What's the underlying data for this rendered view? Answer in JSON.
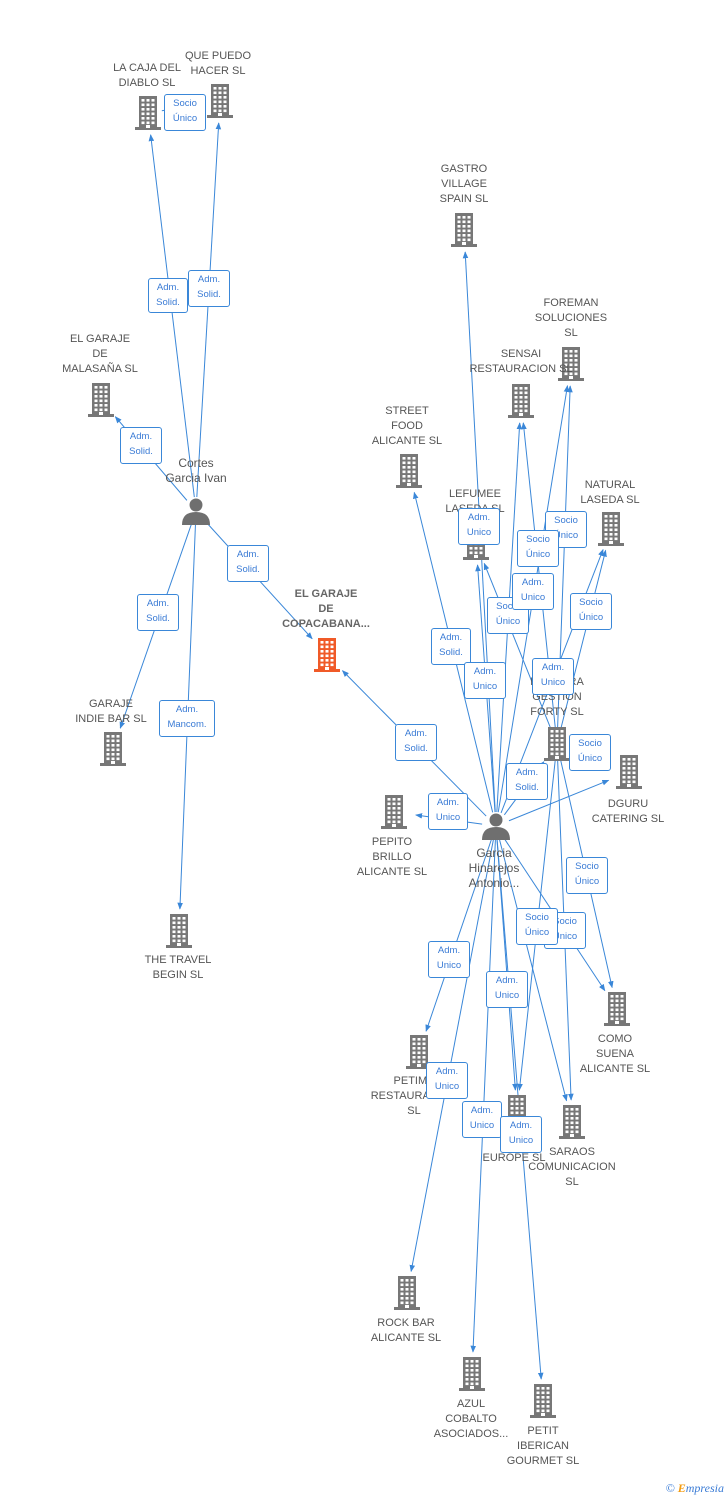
{
  "colors": {
    "edge": "#3a87d8",
    "company": "#777777",
    "focus": "#f05a28",
    "person": "#6f6f6f"
  },
  "companies": [
    {
      "id": "caja",
      "label": "LA CAJA DEL\nDIABLO  SL"
    },
    {
      "id": "quepuedo",
      "label": "QUE PUEDO\nHACER  SL"
    },
    {
      "id": "gastro",
      "label": "GASTRO\nVILLAGE\nSPAIN  SL"
    },
    {
      "id": "foreman",
      "label": "FOREMAN\nSOLUCIONES\nSL"
    },
    {
      "id": "sensai",
      "label": "SENSAI\nRESTAURACION SL"
    },
    {
      "id": "malasana",
      "label": "EL GARAJE\nDE\nMALASAÑA  SL"
    },
    {
      "id": "streetfood",
      "label": "STREET\nFOOD\nALICANTE  SL"
    },
    {
      "id": "lefumee",
      "label": "LEFUMEE\nLASEDA SL"
    },
    {
      "id": "natural",
      "label": "NATURAL\nLASEDA  SL"
    },
    {
      "id": "copacabana",
      "label": "EL GARAJE\nDE\nCOPACABANA..."
    },
    {
      "id": "garajeindie",
      "label": "GARAJE\nINDIE BAR  SL"
    },
    {
      "id": "fortyg",
      "label": "PANDORA\nGESTION\nFORTY SL"
    },
    {
      "id": "dguru",
      "label": "DGURU\nCATERING  SL"
    },
    {
      "id": "pepito",
      "label": "PEPITO\nBRILLO\nALICANTE  SL"
    },
    {
      "id": "travel",
      "label": "THE TRAVEL\nBEGIN  SL"
    },
    {
      "id": "comosuena",
      "label": "COMO\nSUENA\nALICANTE  SL"
    },
    {
      "id": "petime",
      "label": "PETIME\nRESTAURACION\nSL"
    },
    {
      "id": "europe",
      "label": "OLIVI\nEUROPE  SL"
    },
    {
      "id": "saraos",
      "label": "SARAOS\nCOMUNICACION\nSL"
    },
    {
      "id": "rockbar",
      "label": "ROCK BAR\nALICANTE  SL"
    },
    {
      "id": "azul",
      "label": "AZUL\nCOBALTO\nASOCIADOS..."
    },
    {
      "id": "petit",
      "label": "PETIT\nIBERICAN\nGOURMET SL"
    }
  ],
  "persons": [
    {
      "id": "cortes",
      "label": "Cortes\nGarcia Ivan"
    },
    {
      "id": "garcia",
      "label": "Garcia\nHinarejos\nAntonio..."
    }
  ],
  "edges": [
    {
      "from": "cortes",
      "to": "caja",
      "label": "Adm.\nSolid."
    },
    {
      "from": "cortes",
      "to": "quepuedo",
      "label": "Adm.\nSolid."
    },
    {
      "from": "cortes",
      "to": "malasana",
      "label": "Adm.\nSolid."
    },
    {
      "from": "cortes",
      "to": "copacabana",
      "label": "Adm.\nSolid."
    },
    {
      "from": "cortes",
      "to": "garajeindie",
      "label": "Adm.\nSolid."
    },
    {
      "from": "cortes",
      "to": "travel",
      "label": "Adm.\nMancom."
    },
    {
      "from": "caja",
      "to": "quepuedo",
      "label": "Socio\nÚnico"
    },
    {
      "from": "garcia",
      "to": "copacabana",
      "label": "Adm.\nSolid."
    },
    {
      "from": "garcia",
      "to": "gastro",
      "label": ""
    },
    {
      "from": "garcia",
      "to": "streetfood",
      "label": "Adm.\nSolid."
    },
    {
      "from": "garcia",
      "to": "lefumee",
      "label": "Adm.\nUnico"
    },
    {
      "from": "garcia",
      "to": "sensai",
      "label": "Adm.\nUnico"
    },
    {
      "from": "garcia",
      "to": "foreman",
      "label": "Socio\nÚnico"
    },
    {
      "from": "garcia",
      "to": "natural",
      "label": "Socio\nÚnico"
    },
    {
      "from": "garcia",
      "to": "fortyg",
      "label": "Adm.\nUnico"
    },
    {
      "from": "garcia",
      "to": "dguru",
      "label": "Adm.\nSolid."
    },
    {
      "from": "garcia",
      "to": "pepito",
      "label": "Adm.\nUnico"
    },
    {
      "from": "garcia",
      "to": "comosuena",
      "label": "Socio\nÚnico"
    },
    {
      "from": "garcia",
      "to": "petime",
      "label": "Adm.\nUnico"
    },
    {
      "from": "garcia",
      "to": "europe",
      "label": "Adm.\nUnico"
    },
    {
      "from": "garcia",
      "to": "saraos",
      "label": "Socio\nÚnico"
    },
    {
      "from": "garcia",
      "to": "rockbar",
      "label": "Adm.\nUnico"
    },
    {
      "from": "garcia",
      "to": "azul",
      "label": "Adm.\nUnico"
    },
    {
      "from": "garcia",
      "to": "petit",
      "label": "Adm.\nUnico"
    },
    {
      "from": "fortyg",
      "to": "sensai",
      "label": "Socio\nÚnico"
    },
    {
      "from": "fortyg",
      "to": "lefumee",
      "label": "Socio\nÚnico"
    },
    {
      "from": "fortyg",
      "to": "foreman",
      "label": "Socio\nÚnico"
    },
    {
      "from": "fortyg",
      "to": "natural",
      "label": "Socio\nÚnico"
    },
    {
      "from": "fortyg",
      "to": "dguru",
      "label": "Socio\nÚnico"
    },
    {
      "from": "fortyg",
      "to": "comosuena",
      "label": "Socio\nÚnico"
    },
    {
      "from": "fortyg",
      "to": "saraos",
      "label": "Socio\nÚnico"
    },
    {
      "from": "fortyg",
      "to": "europe",
      "label": "Adm.\nUnico"
    }
  ],
  "footer": {
    "copyright_symbol": "©",
    "brand_initial": "E",
    "brand_rest": "mpresia"
  }
}
